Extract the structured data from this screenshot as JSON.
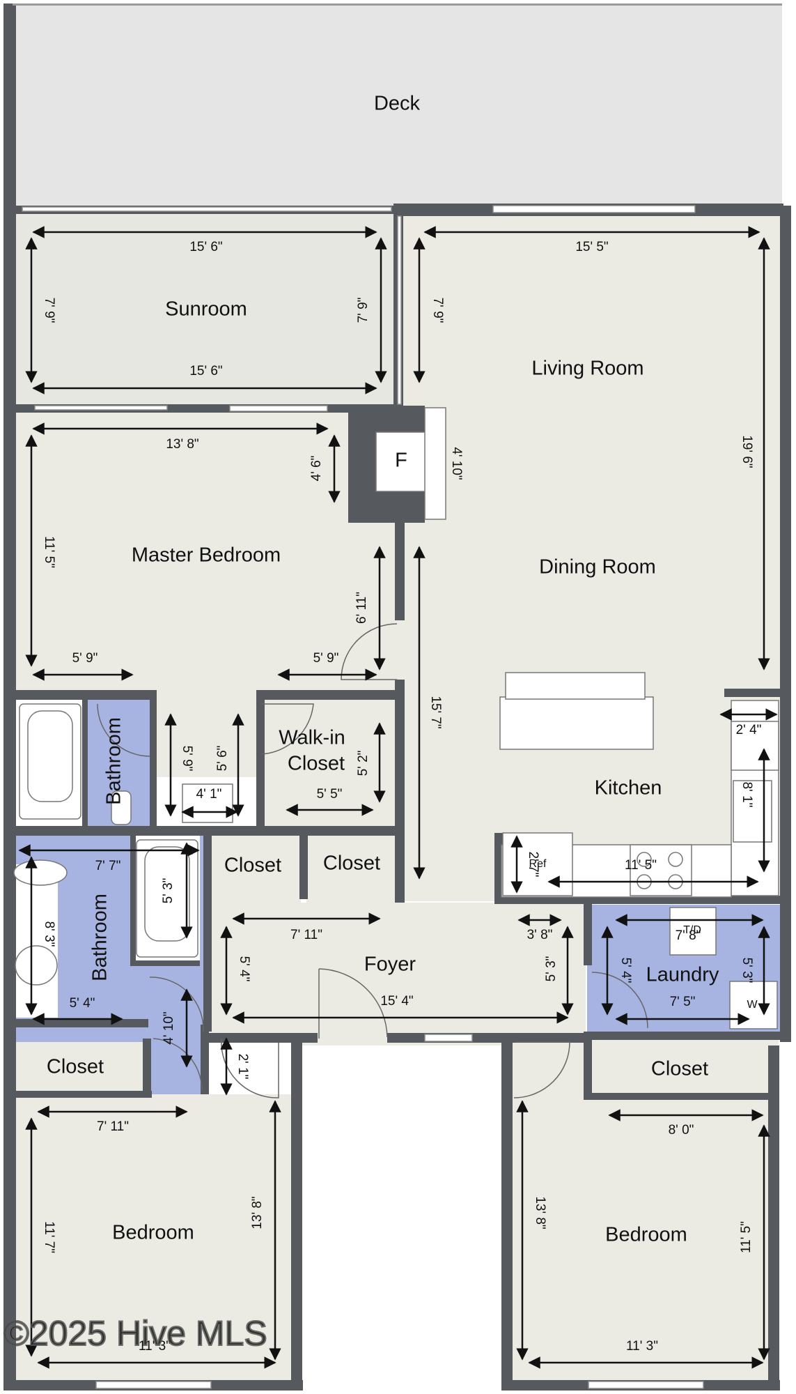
{
  "rooms": {
    "deck": "Deck",
    "sunroom": "Sunroom",
    "living_room": "Living Room",
    "master_bedroom": "Master Bedroom",
    "dining_room": "Dining Room",
    "bathroom_top": "Bathroom",
    "walkin_line1": "Walk-in",
    "walkin_line2": "Closet",
    "kitchen": "Kitchen",
    "closet_a": "Closet",
    "closet_b": "Closet",
    "bathroom_left": "Bathroom",
    "foyer": "Foyer",
    "laundry": "Laundry",
    "closet_left": "Closet",
    "closet_right": "Closet",
    "bedroom_left": "Bedroom",
    "bedroom_right": "Bedroom"
  },
  "fixtures": {
    "fireplace": "F",
    "refrigerator": "Ref",
    "dryer": "T/D",
    "washer": "W"
  },
  "dimensions": {
    "sun_w_top": "15' 6\"",
    "sun_w_bottom": "15' 6\"",
    "sun_h_left": "7' 9\"",
    "sun_h_right": "7' 9\"",
    "liv_w": "15' 5\"",
    "liv_h_left": "7' 9\"",
    "liv_h_right": "19' 6\"",
    "mb_w": "13' 8\"",
    "mb_h": "11' 5\"",
    "mb_notch": "4' 6\"",
    "mb_low_left": "5' 9\"",
    "mb_low_right": "5' 9\"",
    "hall_h": "6' 11\"",
    "fire_h": "4' 10\"",
    "din_h": "15' 7\"",
    "vanity_h1": "5' 9\"",
    "vanity_h2": "5' 6\"",
    "vanity_w": "4' 1\"",
    "wic_h": "5' 2\"",
    "wic_w": "5' 5\"",
    "kit_top": "2' 4\"",
    "kit_right": "8' 1\"",
    "kit_w": "11' 5\"",
    "kit_ref": "2' 7\"",
    "bath_w": "7' 7\"",
    "bath_h": "8' 3\"",
    "tub_h": "5' 3\"",
    "bath_low_w": "5' 4\"",
    "bath_low_h": "4' 10\"",
    "foy_w_top": "7' 11\"",
    "foy_w": "15' 4\"",
    "foy_h_left": "5' 4\"",
    "foy_h_right": "5' 3\"",
    "foy_small": "3' 8\"",
    "foy_entry": "2' 1\"",
    "lau_w_top": "7' 8\"",
    "lau_w": "7' 5\"",
    "lau_h_left": "5' 4\"",
    "lau_h_right": "5' 3\"",
    "bl_w_top": "7' 11\"",
    "bl_h": "11' 7\"",
    "bl_h_right": "13' 8\"",
    "bl_w": "11' 3\"",
    "br_w_top": "8' 0\"",
    "br_h_left": "13' 8\"",
    "br_h_right": "11' 5\"",
    "br_w": "11' 3\""
  },
  "watermark": "©2025 Hive MLS",
  "colors": {
    "wall": "#565a5e",
    "floor": "#ebebe4",
    "deck": "#e5e5e5",
    "wet_room": "#a7b4e2",
    "dimension": "#111111"
  }
}
